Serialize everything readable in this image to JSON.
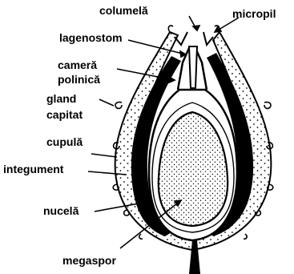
{
  "labels": {
    "columela": "columelă",
    "micropil": "micropil",
    "lagenostom": "lagenostom",
    "camera_line1": "cameră",
    "camera_line2": "polinică",
    "gland_line1": "gland",
    "gland_line2": "capitat",
    "cupula": "cupulă",
    "integument": "integument",
    "nucela": "nucelă",
    "megaspor": "megaspor"
  },
  "colors": {
    "ink": "#000000",
    "background": "#ffffff"
  }
}
